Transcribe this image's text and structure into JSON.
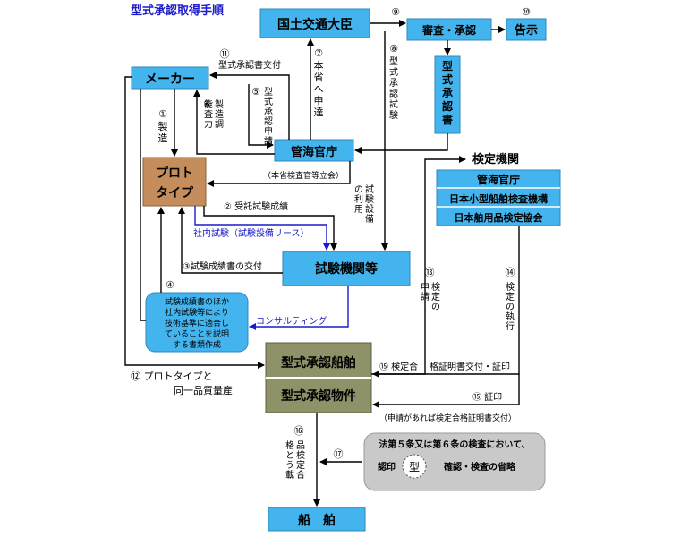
{
  "title": "型式承認取得手順",
  "nodes": {
    "minister": "国土交通大臣",
    "review": "審査・承認",
    "notice": "告示",
    "cert_doc": "型式承認書",
    "maker": "メーカー",
    "office": "管海官庁",
    "prototype_1": "プロト",
    "prototype_2": "タイプ",
    "inspection_org_heading": "検定機関",
    "inspection_org_1": "管海官庁",
    "inspection_org_2": "日本小型船舶検査機構",
    "inspection_org_3": "日本舶用品検定協会",
    "test_lab": "試験機関等",
    "consulting_note": [
      "試験成績書のほか",
      "社内試験等により",
      "技術基準に適合し",
      "ていることを説明",
      "する書類作成"
    ],
    "approved_vessel": "型式承認船舶",
    "approved_item": "型式承認物件",
    "ship": "船　舶",
    "law_note_line1": "法第５条又は第６条の検査において、",
    "law_note_seal": "認印",
    "law_note_mark": "型",
    "law_note_line2": "確認・検査の省略"
  },
  "labels": {
    "s1_num": "①",
    "s1_text": "製造",
    "s2": "② 受託試験成績",
    "s3": "③試験成績書の交付",
    "s4": "④",
    "s5_num": "⑤",
    "s5_text": "型式承認申請",
    "s6_num": "⑥",
    "s6_text": "製造調能査力",
    "s7_num": "⑦",
    "s7_text": "本省へ申達",
    "s8_num": "⑧",
    "s8_text": "型式承認試験",
    "s9": "⑨",
    "s10": "⑩",
    "s11_num": "⑪",
    "s11_text": "型式承認書交付",
    "s12_line1": "⑫ プロトタイプと",
    "s12_line2": "同一品質量産",
    "s13_num": "⑬",
    "s13_text": "検定の申請",
    "s14_num": "⑭",
    "s14_text": "検定の執行",
    "s15a": "⑮ 検定合",
    "s15a_tail": "格証明書交付・証印",
    "s15b": "⑮ 証印",
    "s15_note": "（申請があれば検定合格証明書交付）",
    "s16_num": "⑯",
    "s16_text": "品検定合格とう載",
    "s17": "⑰",
    "witness": "（本省検査官等立会）",
    "in_house": "社内試験（試験設備リース）",
    "consulting": "コンサルティング",
    "facility_use": "試験設備の利用"
  },
  "colors": {
    "blue_box": "#44b4ee",
    "brown_box": "#c48d5b",
    "olive_box": "#8f9169",
    "gray_box": "#c9c9c9",
    "blue_text": "#1a1acc",
    "line": "#000000"
  }
}
